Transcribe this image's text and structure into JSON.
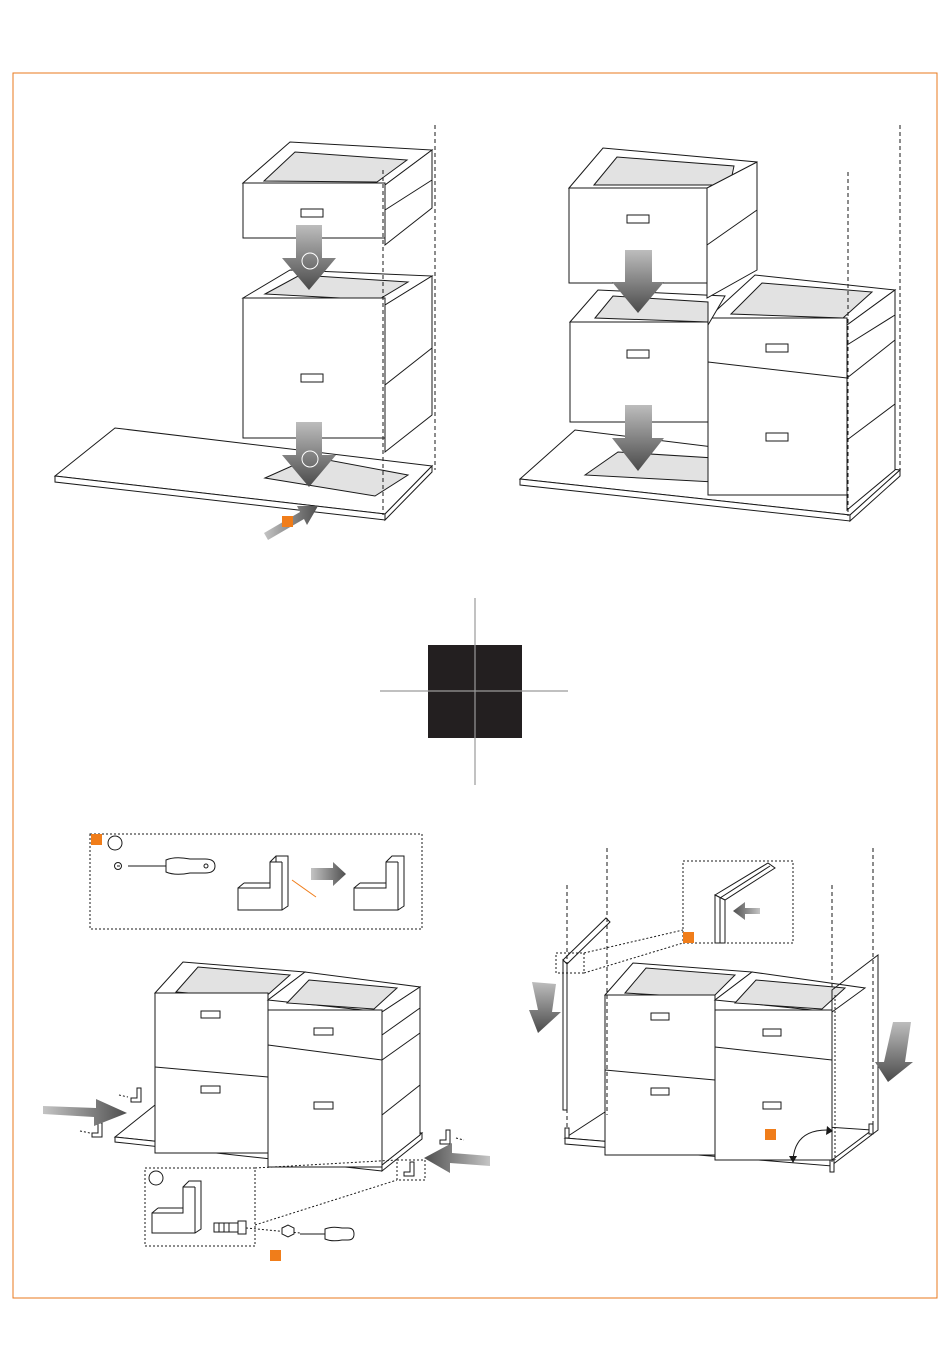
{
  "colors": {
    "frame": "#e87a1e",
    "accent": "#f07d1a",
    "line": "#1a1a1a",
    "panel_fill": "#e2e2e2",
    "arrow_dark": "#4a4a4a",
    "arrow_light": "#a9a9a9",
    "centre_block": "#231f20",
    "crosshair": "#9a9a9a"
  },
  "steps": [
    {
      "id": "step-top-left",
      "icons": [
        "down-arrow-icon",
        "down-arrow-icon",
        "push-arrow-icon"
      ],
      "markers": 1
    },
    {
      "id": "step-top-right",
      "icons": [
        "down-arrow-icon",
        "down-arrow-icon"
      ],
      "markers": 0
    },
    {
      "id": "step-bottom-left",
      "icons": [
        "screwdriver-icon",
        "l-bracket-icon",
        "right-arrow-icon",
        "bolt-icon",
        "nut-icon",
        "screwdriver-icon"
      ],
      "markers": 2
    },
    {
      "id": "step-bottom-right",
      "icons": [
        "side-panel-icon",
        "down-arrow-icon",
        "rotate-arrow-icon"
      ],
      "markers": 2
    }
  ],
  "centre_mark": {
    "icon": "registration-mark-icon"
  }
}
